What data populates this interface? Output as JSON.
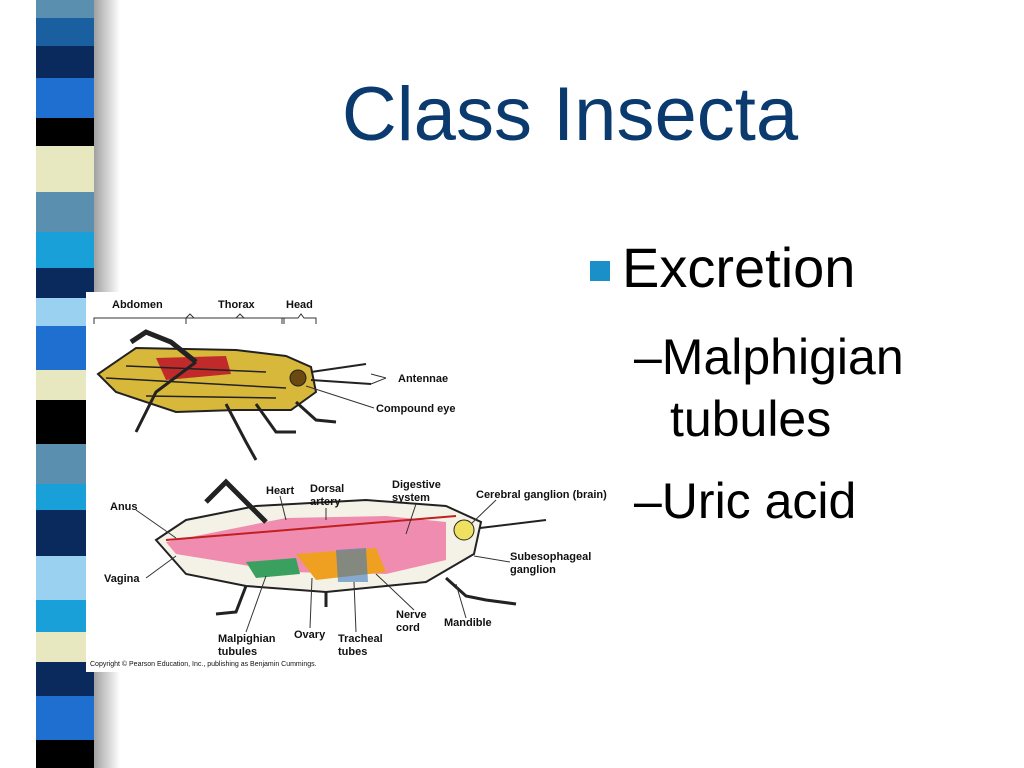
{
  "slide": {
    "title": "Class Insecta",
    "bullet": "Excretion",
    "sub_items": [
      "–Malphigian",
      "tubules",
      "–Uric acid"
    ]
  },
  "diagram": {
    "body_labels": [
      "Abdomen",
      "Thorax",
      "Head"
    ],
    "top_labels": [
      "Antennae",
      "Compound eye"
    ],
    "internal_labels": [
      "Heart",
      "Dorsal",
      "artery",
      "Digestive",
      "system",
      "Cerebral ganglion (brain)",
      "Anus",
      "Vagina",
      "Subesophageal",
      "ganglion",
      "Nerve",
      "cord",
      "Mandible",
      "Ovary",
      "Malpighian",
      "tubules",
      "Tracheal",
      "tubes"
    ],
    "copyright": "Copyright © Pearson Education, Inc., publishing as Benjamin Cummings."
  },
  "colors": {
    "title": "#0a3a6e",
    "bullet": "#1a8fc8"
  }
}
